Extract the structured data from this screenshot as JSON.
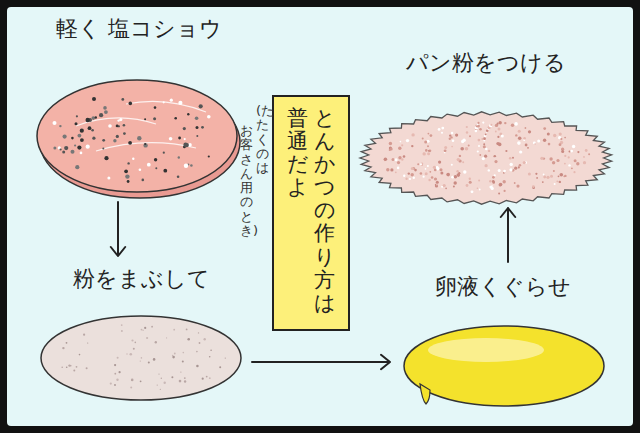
{
  "diagram": {
    "nodes": [
      {
        "text": [
          "軽く 塩コショウ"
        ]
      },
      {
        "text": [
          "粉をまぶして"
        ]
      },
      {
        "text": [
          "とんかつの作り方は",
          "普通だよ"
        ]
      },
      {
        "text": [
          "卵液くぐらせ"
        ]
      },
      {
        "text": [
          "パン粉をつける"
        ]
      }
    ],
    "edges": [
      {
        "from": 0,
        "to": 1,
        "arrow": "to"
      },
      {
        "from": 1,
        "to": 3,
        "arrow": "to"
      },
      {
        "from": 3,
        "to": 4,
        "arrow": "to"
      }
    ],
    "labels": [
      "(たたくのは",
      "お客さん用のとき)"
    ]
  }
}
